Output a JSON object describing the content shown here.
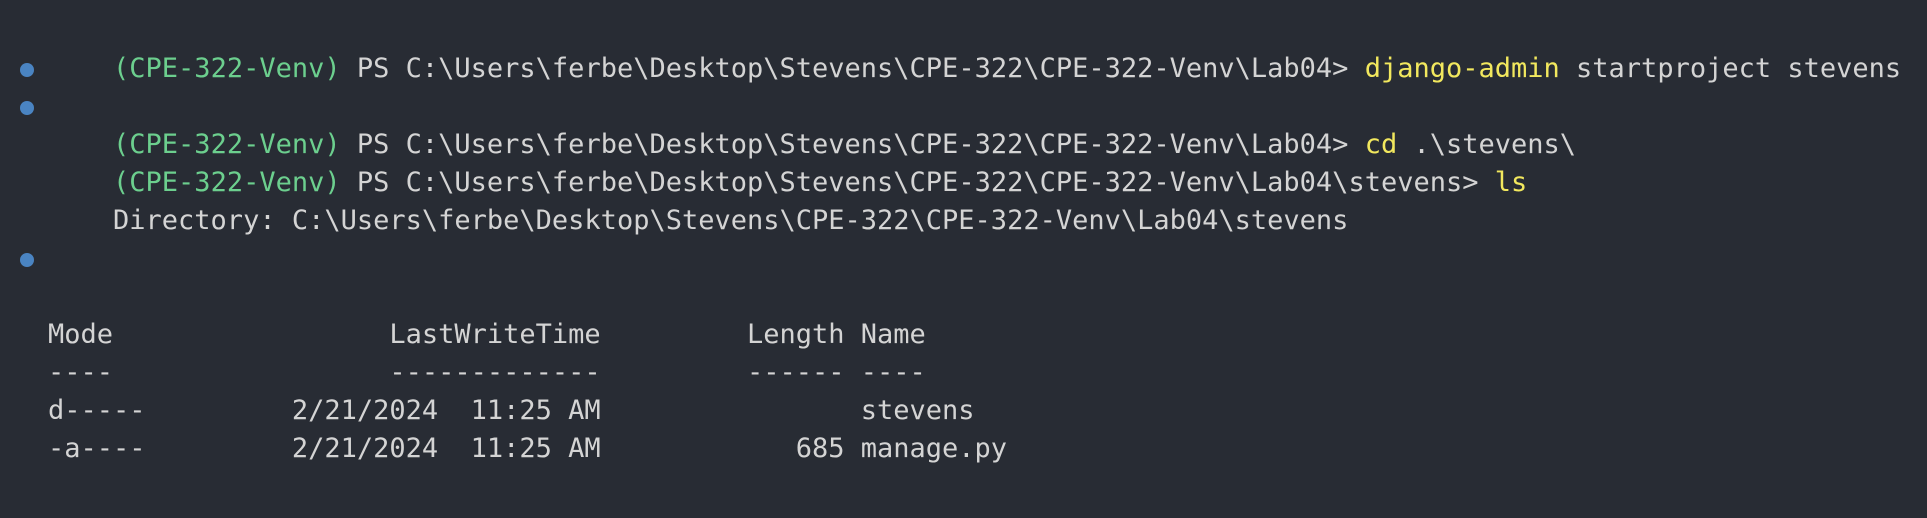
{
  "terminal": {
    "prompts": [
      {
        "venv": "(CPE-322-Venv)",
        "path": " PS C:\\Users\\ferbe\\Desktop\\Stevens\\CPE-322\\CPE-322-Venv\\Lab04> ",
        "command": "django-admin",
        "args": " startproject stevens"
      },
      {
        "venv": "(CPE-322-Venv)",
        "path": " PS C:\\Users\\ferbe\\Desktop\\Stevens\\CPE-322\\CPE-322-Venv\\Lab04> ",
        "command": "cd",
        "args": " .\\stevens\\"
      },
      {
        "venv": "(CPE-322-Venv)",
        "path": " PS C:\\Users\\ferbe\\Desktop\\Stevens\\CPE-322\\CPE-322-Venv\\Lab04\\stevens> ",
        "command": "ls",
        "args": ""
      }
    ],
    "directory_line": "    Directory: C:\\Users\\ferbe\\Desktop\\Stevens\\CPE-322\\CPE-322-Venv\\Lab04\\stevens",
    "table_header": "Mode                 LastWriteTime         Length Name",
    "table_separator": "----                 -------------         ------ ----",
    "rows": [
      "d-----         2/21/2024  11:25 AM                stevens",
      "-a----         2/21/2024  11:25 AM            685 manage.py"
    ],
    "colors": {
      "background": "#282c34",
      "venv_green": "#6ccf8e",
      "command_yellow": "#f2e85e",
      "text": "#d4d4d4",
      "decoration_dot": "#4a84c2"
    }
  }
}
